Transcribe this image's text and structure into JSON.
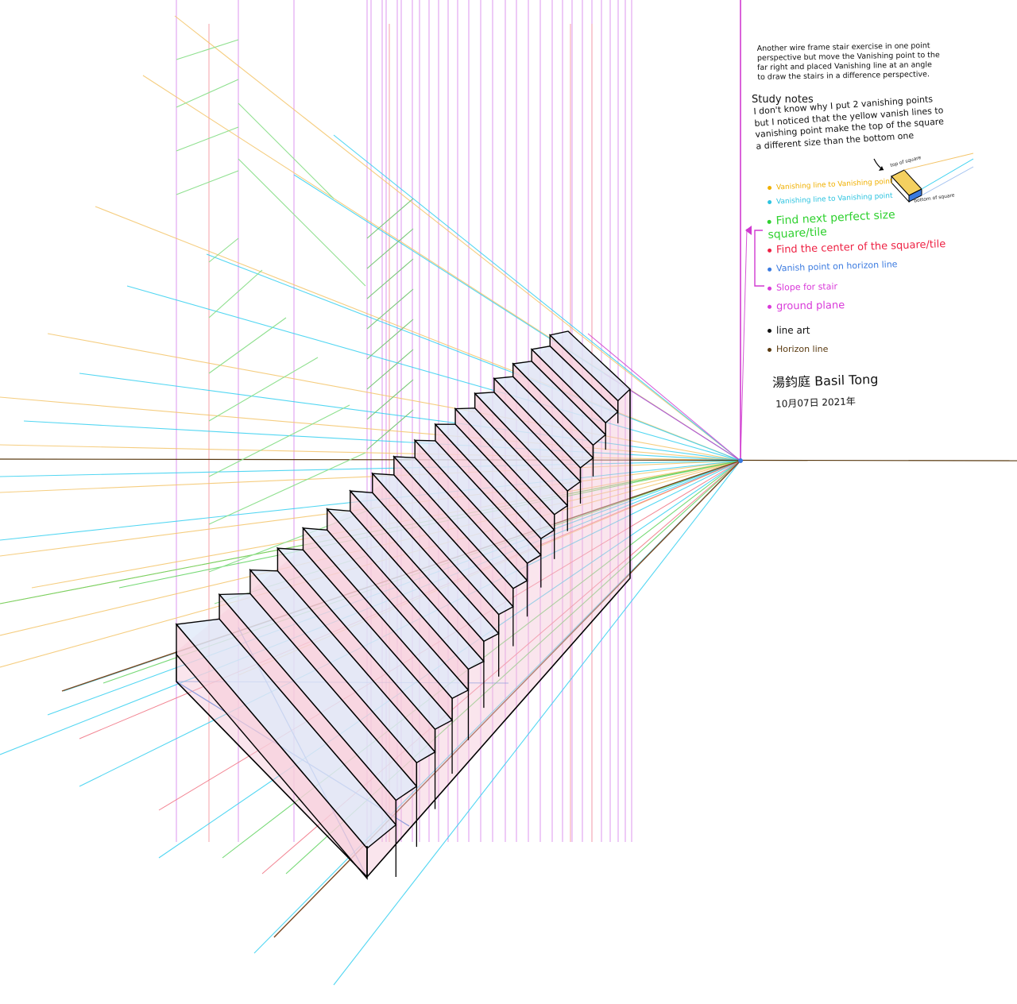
{
  "note": "Another wire frame stair exercise in one point perspective but move the Vanishing point to the far right and placed Vanishing line at an angle to draw the stairs in a difference perspective.",
  "study_title": "Study notes",
  "study_text": "I don't know why I put 2 vanishing points but I noticed that the yellow vanish lines to vanishing point make the top of the square a different size than the bottom one",
  "mini_labels": {
    "top": "top of square",
    "bottom": "bottom of square"
  },
  "legend": [
    {
      "label": "Vanishing line to Vanishing point",
      "color": "#f0b000",
      "size": 9
    },
    {
      "label": "Vanishing line to Vanishing point",
      "color": "#2ec4e0",
      "size": 9
    },
    {
      "label": "Find next perfect size square/tile",
      "color": "#2fd12f",
      "size": 14
    },
    {
      "label": "Find the center of the square/tile",
      "color": "#ee2244",
      "size": 13
    },
    {
      "label": "Vanish point on horizon line",
      "color": "#3a7ae0",
      "size": 11
    },
    {
      "label": "Slope for stair",
      "color": "#d93ad9",
      "size": 11
    },
    {
      "label": "ground plane",
      "color": "#d93ad9",
      "size": 13
    },
    {
      "label": "line art",
      "color": "#111111",
      "size": 12
    },
    {
      "label": "Horizon line",
      "color": "#5a3a10",
      "size": 11
    }
  ],
  "signature": "湯鈞庭 Basil Tong",
  "date": "10月07日 2021年",
  "colors": {
    "yellow": "#f4c56a",
    "cyan": "#35d0f0",
    "green": "#5fd35f",
    "red": "#f04050",
    "blue": "#3a7ae0",
    "magenta": "#d03ad0",
    "horizon": "#5a3a10",
    "tread": "#dde8f8",
    "riser": "#f6d0dc",
    "side": "#f4c6d6"
  }
}
